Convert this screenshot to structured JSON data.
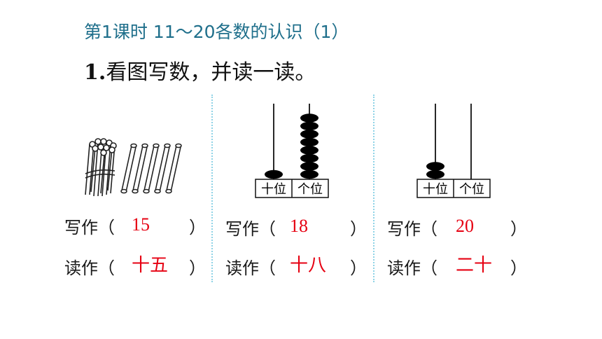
{
  "lesson_title": "第1课时 11～20各数的认识（1）",
  "question": {
    "number": "1.",
    "text": "看图写数，并读一读。"
  },
  "colors": {
    "title": "#1f6f8b",
    "answer": "#e60012",
    "divider": "#8fd3e6",
    "bead": "#000000"
  },
  "abacus_labels": {
    "tens": "十位",
    "ones": "个位"
  },
  "labels": {
    "write": "写作（",
    "read": "读作（",
    "close": "）"
  },
  "problems": [
    {
      "figure": "sticks",
      "bundle_of_ten": 1,
      "loose_sticks": 5,
      "write_answer": "15",
      "read_answer": "十五"
    },
    {
      "figure": "abacus",
      "tens_beads": 1,
      "ones_beads": 8,
      "write_answer": "18",
      "read_answer": "十八"
    },
    {
      "figure": "abacus",
      "tens_beads": 2,
      "ones_beads": 0,
      "write_answer": "20",
      "read_answer": "二十"
    }
  ]
}
